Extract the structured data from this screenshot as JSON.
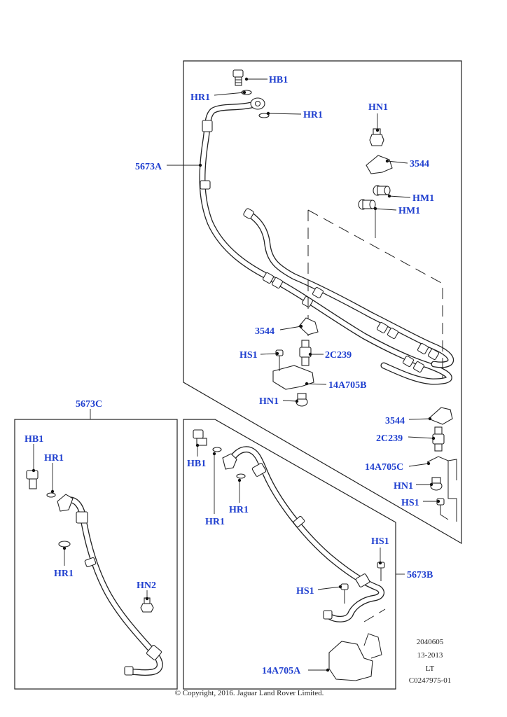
{
  "callouts": {
    "hb1_top": "HB1",
    "hr1_top_left": "HR1",
    "hr1_top_right": "HR1",
    "hn1_top": "HN1",
    "p3544_top": "3544",
    "hm1_a": "HM1",
    "hm1_b": "HM1",
    "p5673a": "5673A",
    "p3544_mid": "3544",
    "hs1_mid": "HS1",
    "p2c239_mid": "2C239",
    "p14a705b": "14A705B",
    "hn1_mid": "HN1",
    "p3544_right": "3544",
    "p2c239_right": "2C239",
    "p14a705c": "14A705C",
    "hn1_right": "HN1",
    "hs1_right": "HS1",
    "p5673c": "5673C",
    "hb1_c": "HB1",
    "hr1_c_a": "HR1",
    "hr1_c_b": "HR1",
    "hn2_c": "HN2",
    "hb1_b": "HB1",
    "hr1_b_a": "HR1",
    "hr1_b_b": "HR1",
    "hs1_b_a": "HS1",
    "p5673b": "5673B",
    "hs1_b_b": "HS1",
    "p14a705a": "14A705A"
  },
  "reference": {
    "line1": "2040605",
    "line2": "13-2013",
    "line3": "LT",
    "line4": "C0247975-01"
  },
  "copyright": "© Copyright, 2016. Jaguar Land Rover Limited.",
  "colors": {
    "callout": "#1f3fcf",
    "line": "#222222",
    "background": "#ffffff"
  }
}
